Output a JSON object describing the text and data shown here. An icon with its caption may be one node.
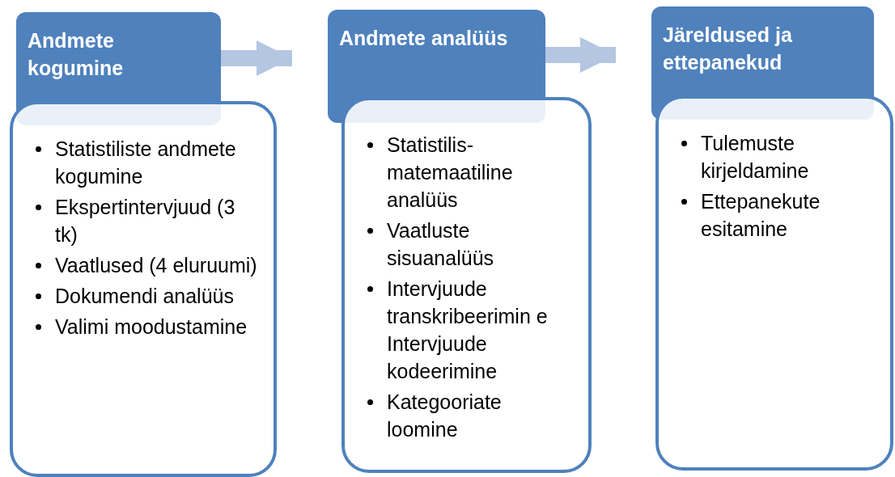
{
  "diagram": {
    "nodes": [
      {
        "text": [
          "Andmete kogumine"
        ]
      },
      {
        "text": [
          "Statistiliste andmete kogumine",
          "Ekspertintervjuud (3 tk)",
          "Vaatlused (4 eluruumi)",
          "Dokumendi analüüs",
          "Valimi moodustamine"
        ]
      },
      {
        "text": [
          "Andmete analüüs"
        ]
      },
      {
        "text": [
          "Statistilis- matemaatiline analüüs",
          "Vaatluste sisuanalüüs",
          "Intervjuude transkribeerimin e Intervjuude kodeerimine",
          "Kategooriate loomine"
        ]
      },
      {
        "text": [
          "Järeldused ja ettepanekud"
        ]
      },
      {
        "text": [
          "Tulemuste kirjeldamine",
          "Ettepanekute esitamine"
        ]
      }
    ],
    "edges": [
      {
        "from": 0,
        "to": 2,
        "arrow": "to"
      },
      {
        "from": 2,
        "to": 4,
        "arrow": "to"
      }
    ]
  }
}
